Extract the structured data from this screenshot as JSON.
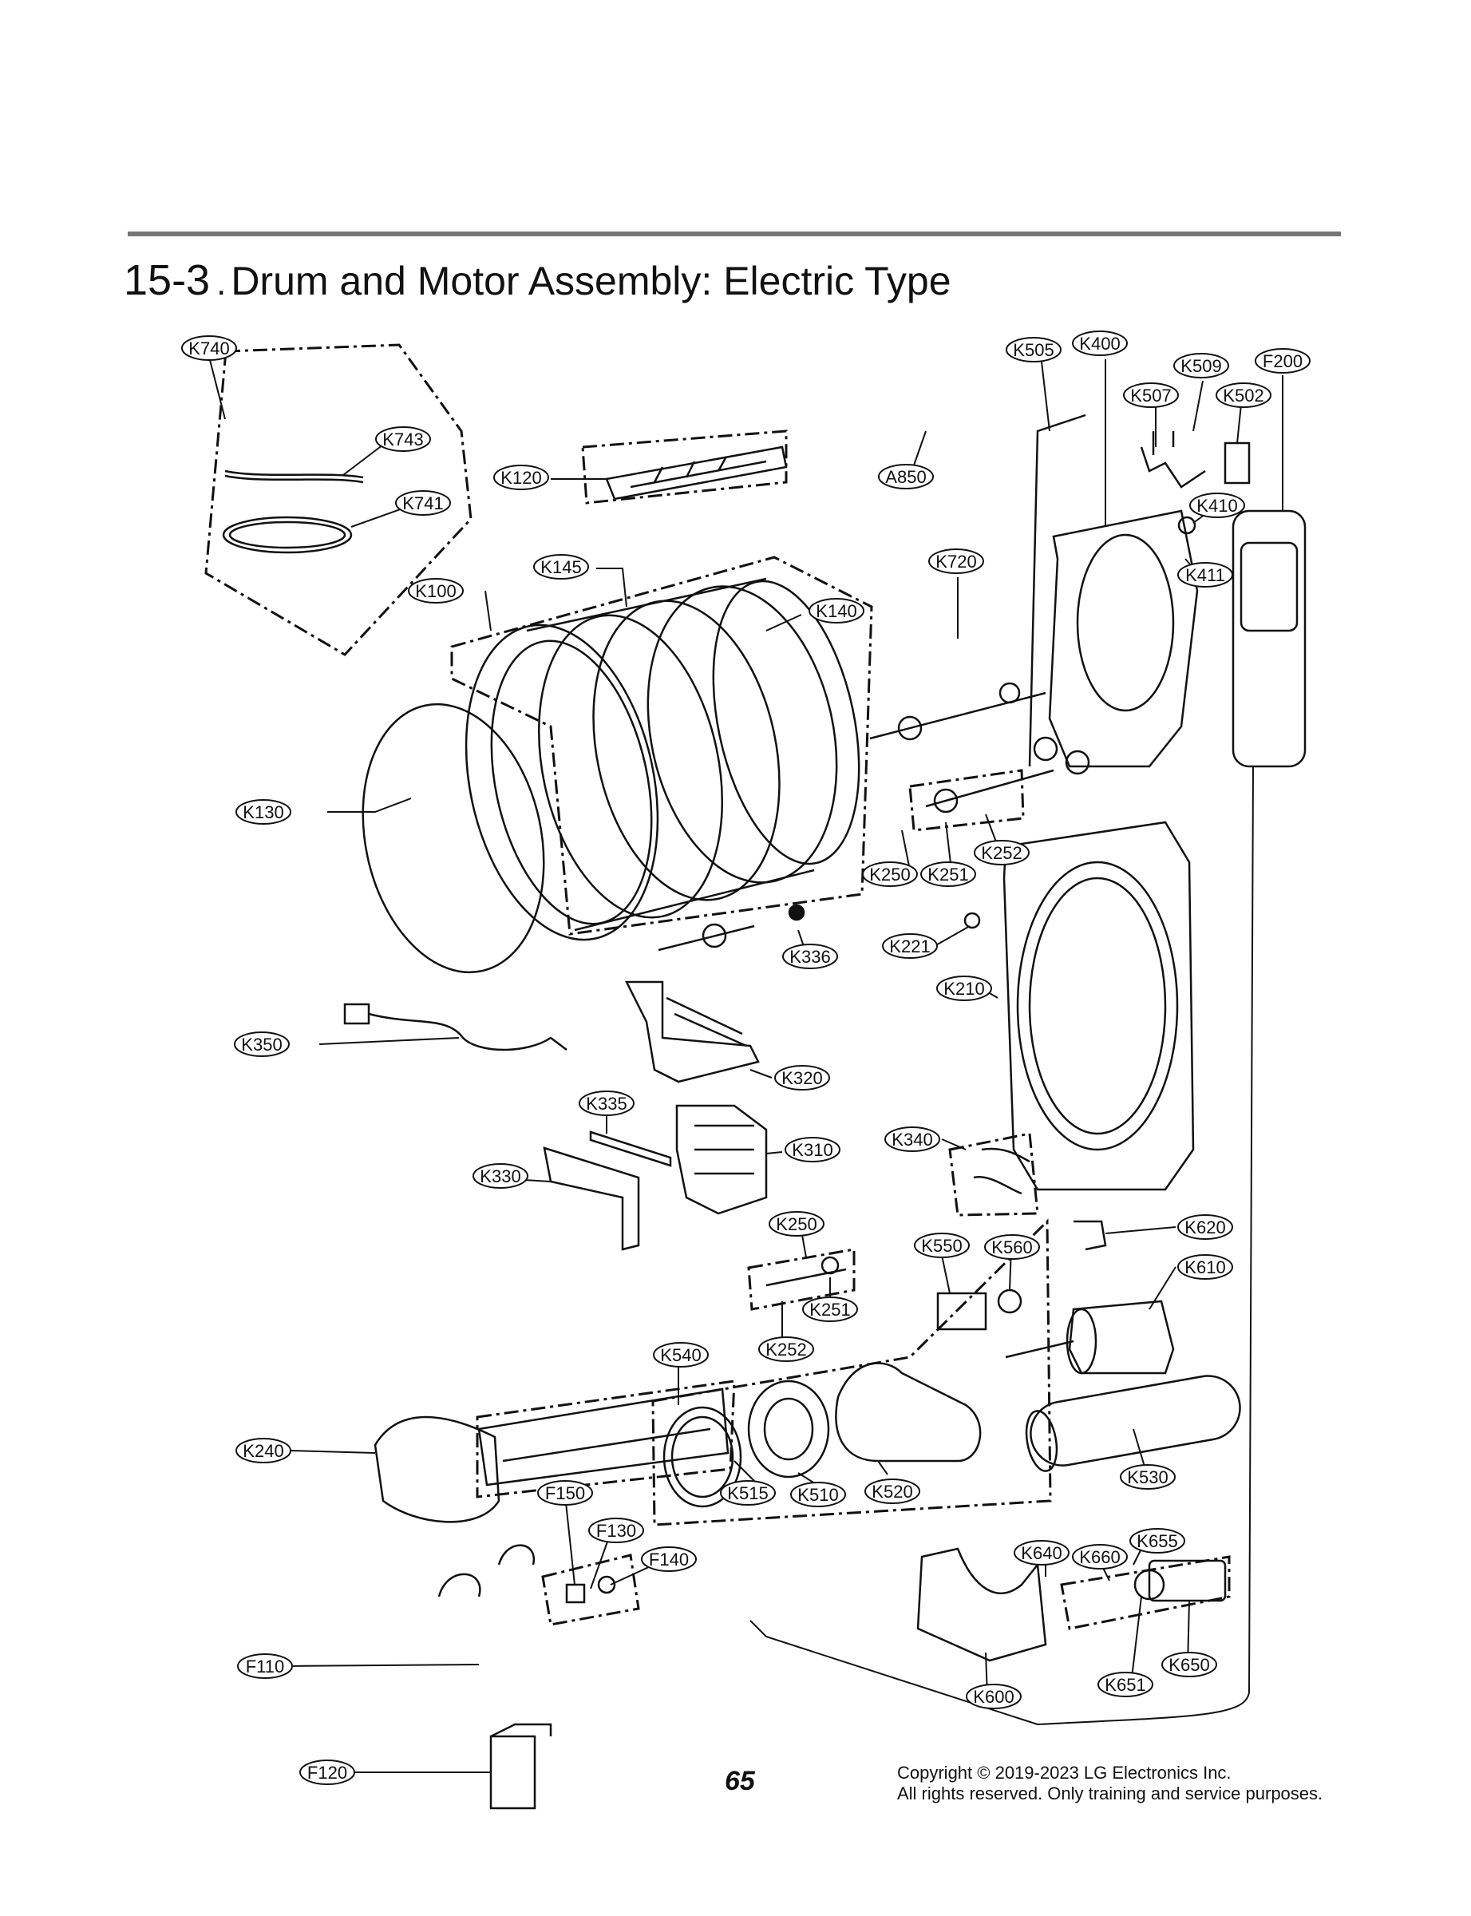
{
  "section": {
    "number": "15-3",
    "title": "Drum and Motor Assembly: Electric Type"
  },
  "parts": [
    {
      "id": "K740",
      "label": "K740"
    },
    {
      "id": "K743",
      "label": "K743"
    },
    {
      "id": "K741",
      "label": "K741"
    },
    {
      "id": "K120",
      "label": "K120"
    },
    {
      "id": "K145",
      "label": "K145"
    },
    {
      "id": "K100",
      "label": "K100"
    },
    {
      "id": "K140",
      "label": "K140"
    },
    {
      "id": "A850",
      "label": "A850"
    },
    {
      "id": "K720",
      "label": "K720"
    },
    {
      "id": "K505",
      "label": "K505"
    },
    {
      "id": "K400",
      "label": "K400"
    },
    {
      "id": "K509",
      "label": "K509"
    },
    {
      "id": "F200",
      "label": "F200"
    },
    {
      "id": "K507",
      "label": "K507"
    },
    {
      "id": "K502",
      "label": "K502"
    },
    {
      "id": "K410",
      "label": "K410"
    },
    {
      "id": "K411",
      "label": "K411"
    },
    {
      "id": "K130",
      "label": "K130"
    },
    {
      "id": "K250a",
      "label": "K250"
    },
    {
      "id": "K251a",
      "label": "K251"
    },
    {
      "id": "K252a",
      "label": "K252"
    },
    {
      "id": "K336",
      "label": "K336"
    },
    {
      "id": "K221",
      "label": "K221"
    },
    {
      "id": "K210",
      "label": "K210"
    },
    {
      "id": "K350",
      "label": "K350"
    },
    {
      "id": "K320",
      "label": "K320"
    },
    {
      "id": "K335",
      "label": "K335"
    },
    {
      "id": "K310",
      "label": "K310"
    },
    {
      "id": "K340",
      "label": "K340"
    },
    {
      "id": "K330",
      "label": "K330"
    },
    {
      "id": "K250b",
      "label": "K250"
    },
    {
      "id": "K550",
      "label": "K550"
    },
    {
      "id": "K560",
      "label": "K560"
    },
    {
      "id": "K620",
      "label": "K620"
    },
    {
      "id": "K610",
      "label": "K610"
    },
    {
      "id": "K251b",
      "label": "K251"
    },
    {
      "id": "K252b",
      "label": "K252"
    },
    {
      "id": "K540",
      "label": "K540"
    },
    {
      "id": "K240",
      "label": "K240"
    },
    {
      "id": "K515",
      "label": "K515"
    },
    {
      "id": "K510",
      "label": "K510"
    },
    {
      "id": "K520",
      "label": "K520"
    },
    {
      "id": "K530",
      "label": "K530"
    },
    {
      "id": "F150",
      "label": "F150"
    },
    {
      "id": "F130",
      "label": "F130"
    },
    {
      "id": "F140",
      "label": "F140"
    },
    {
      "id": "K640",
      "label": "K640"
    },
    {
      "id": "K660",
      "label": "K660"
    },
    {
      "id": "K655",
      "label": "K655"
    },
    {
      "id": "F110",
      "label": "F110"
    },
    {
      "id": "K651",
      "label": "K651"
    },
    {
      "id": "K650",
      "label": "K650"
    },
    {
      "id": "K600",
      "label": "K600"
    },
    {
      "id": "F120",
      "label": "F120"
    }
  ],
  "footer": {
    "page_number": "65",
    "copyright_line1": "Copyright © 2019-2023 LG Electronics Inc.",
    "copyright_line2": "All rights reserved. Only training and service purposes."
  }
}
